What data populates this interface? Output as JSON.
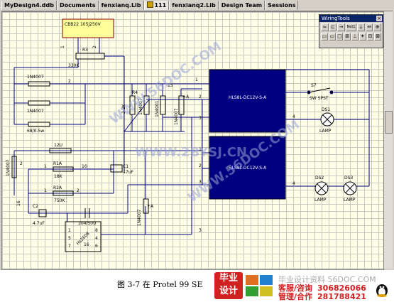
{
  "tabs": [
    {
      "label": "MyDesign4.ddb",
      "active": false
    },
    {
      "label": "Documents",
      "active": false
    },
    {
      "label": "fenxianq.Lib",
      "active": false
    },
    {
      "label": "111",
      "active": true
    },
    {
      "label": "fenxianq2.Lib",
      "active": false
    },
    {
      "label": "Design Team",
      "active": false
    },
    {
      "label": "Sessions",
      "active": false
    }
  ],
  "wiring_tools": {
    "title": "WiringTools",
    "close": "×",
    "row1": [
      "≈",
      "⊏",
      "→",
      "Net1",
      "⏚",
      "⏛",
      "⊕",
      "↯"
    ],
    "row2": [
      "▭",
      "▭",
      "□",
      "⊞",
      "⊥",
      "✦",
      "⊟",
      "⊠"
    ]
  },
  "components": {
    "cap_top": "CBB22 105J250V",
    "r3": "R3",
    "r3_val": "330K",
    "d_1n4007_a": "1N4007",
    "d_1n4007_b": "1N4007",
    "r_68": "68/0.5w",
    "r4": "R4",
    "r4_val": "2.2K",
    "z1": "1N4007",
    "z2": "1N4001",
    "z3": "1N4007",
    "z_15": "15",
    "relay1": "HLS8L-DC12V-S-A",
    "relay2": "HLS8L-DC12V-S-A",
    "s7": "S7",
    "sw": "SW SPST",
    "ds1": "DS1",
    "ds1_lamp": "LAMP",
    "ds2": "DS2",
    "ds2_lamp": "LAMP",
    "ds3": "DS3",
    "ds3_lamp": "LAMP",
    "d4007_left": "1N4007",
    "r_12u": "12U",
    "r1a": "R1A",
    "r1a_val": "18K",
    "r2a": "R2A",
    "r2a_val": "750K",
    "c1": "C1",
    "c1_val": "47uF",
    "c2": "C2",
    "c2_val": "4.7uF",
    "cap_104": "104/50U",
    "d4007_bottom": "1N4007",
    "ic": "HL2608",
    "num_16a": "16",
    "num_16b": "16",
    "num_16c": "16",
    "pin1": "1",
    "pin2": "2",
    "pin3": "3",
    "pin4": "4",
    "pin5": "5",
    "pin6": "6",
    "pin7": "7",
    "pin8": "8",
    "relay_pin1": "1",
    "relay_pin2": "2",
    "relay_pin3": "3",
    "relay_pin4": "4",
    "relay2_pin1": "1",
    "relay2_pin2": "2",
    "relay2_pin3": "3",
    "relay2_pin4": "4",
    "plus_a": "+A",
    "plus_a2": "+A",
    "one": "1",
    "two": "2",
    "n2": "2",
    "n1": "1",
    "n2b": "2",
    "n1b": "1"
  },
  "watermarks": {
    "url1": "WWW.56DOC.COM",
    "url2": "WWW.2BYSJ.CN",
    "url3": "WWW.56DOC.COM"
  },
  "caption": "图 3-7   在 Protel 99 SE",
  "footer": {
    "logo_text_1": "毕业",
    "logo_text_2": "设计",
    "line1": "毕业设计资料 56DOC.COM",
    "line2_label": "客服/咨询",
    "line2_num": "306826066",
    "line3_label": "管理/合作",
    "line3_num": "281788421"
  }
}
